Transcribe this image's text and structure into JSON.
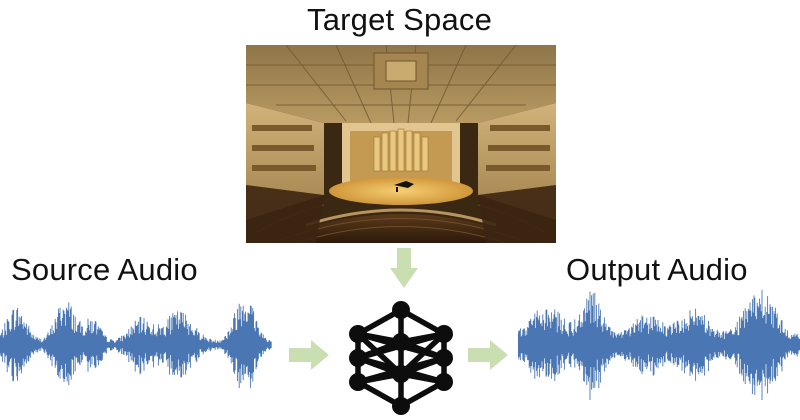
{
  "labels": {
    "target_space": "Target Space",
    "source_audio": "Source Audio",
    "output_audio": "Output Audio"
  },
  "colors": {
    "waveform": "#4a77b3",
    "arrow": "#c9dfb2",
    "network": "#0d0d0d",
    "hall_wood": "#6b4a22",
    "hall_stage": "#d8a548"
  },
  "icons": {
    "network": "neural-network-icon",
    "hall": "concert-hall-photo",
    "arrow_down": "arrow-down-icon",
    "arrow_right": "arrow-right-icon"
  }
}
